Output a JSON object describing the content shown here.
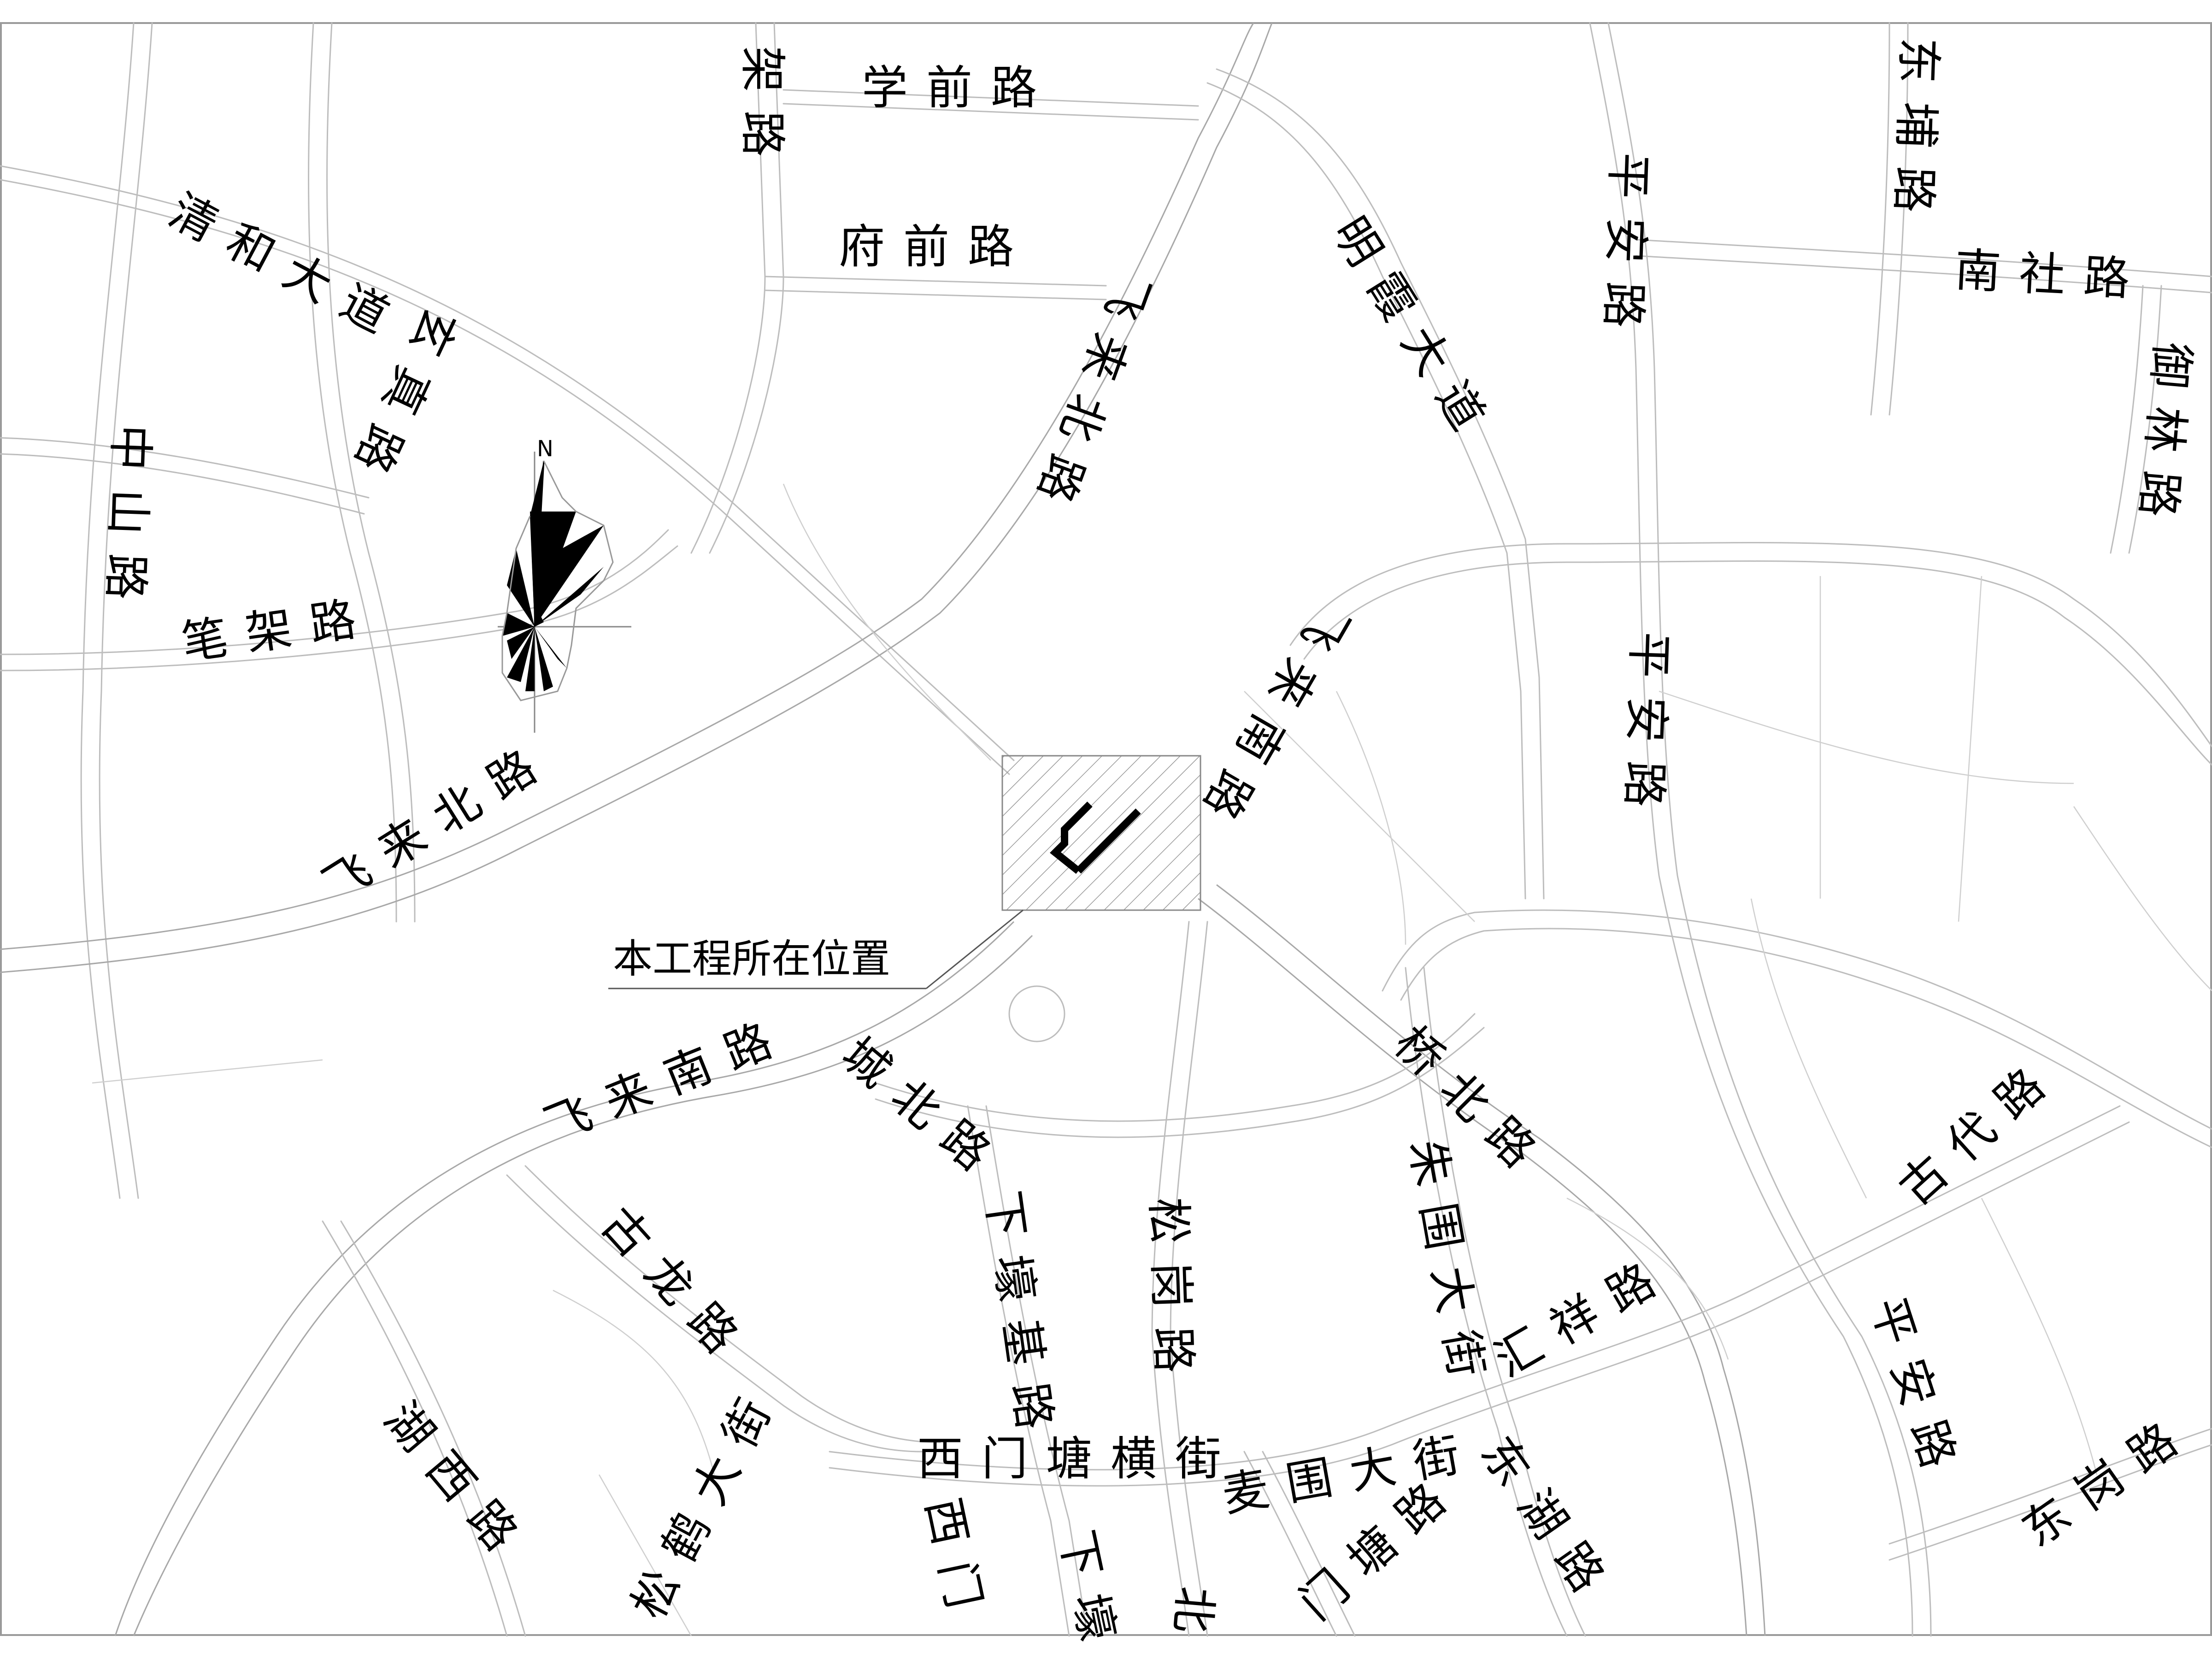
{
  "map": {
    "site_caption": "本工程所在位置",
    "north_label": "N",
    "roads": {
      "xueqian": "学前路",
      "jia": "架路",
      "fuqian": "府前路",
      "qinghe": "清和大道",
      "xuanzhen": "玄真路",
      "zhongshan": "中山路",
      "bijia": "笔架路",
      "feilai_bei_upper": "飞来北路",
      "feilai_bei_lower": "飞来北路",
      "feilai_nan_upper": "飞来南路",
      "feilai_nan_lower": "飞来南路",
      "mingxia": "明霞大道",
      "pingan_1": "平安路",
      "pingan_2": "平安路",
      "pingan_3": "平安路",
      "dongpu": "东埔路",
      "nanshe": "南社路",
      "yulin": "御林路",
      "chengbei": "城北路",
      "gulong": "古龙路",
      "xiahao": "下壕基路",
      "songgang": "松岗路",
      "qiaobei": "桥北路",
      "zhuwei": "朱围大街",
      "huixiang": "汇祥路",
      "guzhi": "古代路",
      "xihu": "湖西路",
      "songhe": "松鹤大街",
      "ximentang": "西门塘横街",
      "maiwei": "麦围大街",
      "donghu": "东湖路",
      "mentang": "门塘路",
      "xigang": "东岗路",
      "ximen2": "西门",
      "xiahao2": "下壕",
      "bei_frag": "北"
    }
  }
}
